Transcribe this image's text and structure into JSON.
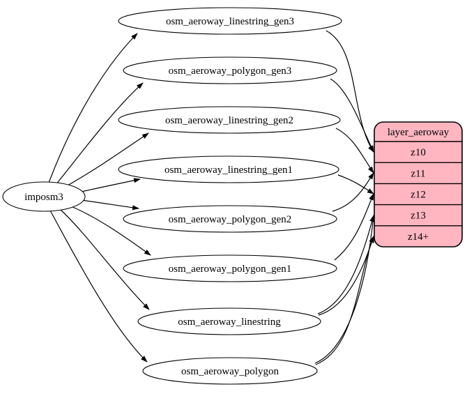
{
  "diagram": {
    "kind": "etl-graph",
    "background": "#ffffff",
    "source_node": {
      "id": "imposm3",
      "label": "imposm3"
    },
    "table_nodes": [
      {
        "id": "osm_aeroway_linestring_gen3",
        "label": "osm_aeroway_linestring_gen3"
      },
      {
        "id": "osm_aeroway_polygon_gen3",
        "label": "osm_aeroway_polygon_gen3"
      },
      {
        "id": "osm_aeroway_linestring_gen2",
        "label": "osm_aeroway_linestring_gen2"
      },
      {
        "id": "osm_aeroway_linestring_gen1",
        "label": "osm_aeroway_linestring_gen1"
      },
      {
        "id": "osm_aeroway_polygon_gen2",
        "label": "osm_aeroway_polygon_gen2"
      },
      {
        "id": "osm_aeroway_polygon_gen1",
        "label": "osm_aeroway_polygon_gen1"
      },
      {
        "id": "osm_aeroway_linestring",
        "label": "osm_aeroway_linestring"
      },
      {
        "id": "osm_aeroway_polygon",
        "label": "osm_aeroway_polygon"
      }
    ],
    "layer_node": {
      "title": "layer_aeroway",
      "rows": [
        {
          "label": "z10"
        },
        {
          "label": "z11"
        },
        {
          "label": "z12"
        },
        {
          "label": "z13"
        },
        {
          "label": "z14+"
        }
      ],
      "fill_color": "#ffb6c1",
      "border_color": "#000000"
    },
    "edges": {
      "source_to_tables": [
        {
          "from": "imposm3",
          "to": "osm_aeroway_linestring_gen3"
        },
        {
          "from": "imposm3",
          "to": "osm_aeroway_polygon_gen3"
        },
        {
          "from": "imposm3",
          "to": "osm_aeroway_linestring_gen2"
        },
        {
          "from": "imposm3",
          "to": "osm_aeroway_linestring_gen1"
        },
        {
          "from": "imposm3",
          "to": "osm_aeroway_polygon_gen2"
        },
        {
          "from": "imposm3",
          "to": "osm_aeroway_polygon_gen1"
        },
        {
          "from": "imposm3",
          "to": "osm_aeroway_linestring"
        },
        {
          "from": "imposm3",
          "to": "osm_aeroway_polygon"
        }
      ],
      "tables_to_layer": [
        {
          "from": "osm_aeroway_linestring_gen3",
          "to": "z10"
        },
        {
          "from": "osm_aeroway_polygon_gen3",
          "to": "z10"
        },
        {
          "from": "osm_aeroway_linestring_gen2",
          "to": "z11"
        },
        {
          "from": "osm_aeroway_polygon_gen2",
          "to": "z11"
        },
        {
          "from": "osm_aeroway_linestring_gen1",
          "to": "z12"
        },
        {
          "from": "osm_aeroway_polygon_gen1",
          "to": "z12"
        },
        {
          "from": "osm_aeroway_linestring",
          "to": "z13"
        },
        {
          "from": "osm_aeroway_linestring",
          "to": "z14+"
        },
        {
          "from": "osm_aeroway_polygon",
          "to": "z13"
        },
        {
          "from": "osm_aeroway_polygon",
          "to": "z14+"
        }
      ]
    },
    "colors": {
      "node_fill": "#ffffff",
      "stroke": "#000000",
      "text": "#000000"
    }
  }
}
